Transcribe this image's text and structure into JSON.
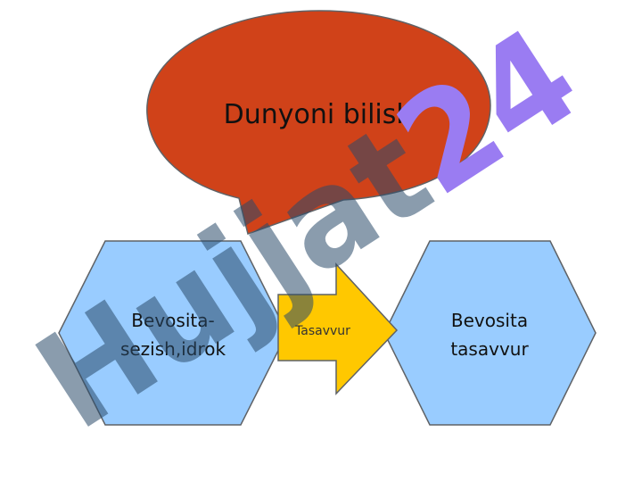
{
  "diagram": {
    "bubble_label": "Dunyoni bilish",
    "left_hex_line1": "Bevosita-",
    "left_hex_line2": "sezish,idrok",
    "arrow_label": "Tasavvur",
    "right_hex_line1": "Bevosita",
    "right_hex_line2": "tasavvur"
  },
  "watermark": {
    "text": "Hujjat24"
  },
  "colors": {
    "bubble_fill": "#d04219",
    "hex_fill": "#99ccff",
    "arrow_fill": "#ffc800",
    "outline": "#5f6266",
    "watermark_gray": "#2a4b6a",
    "watermark_purple": "#9a7cf2"
  }
}
